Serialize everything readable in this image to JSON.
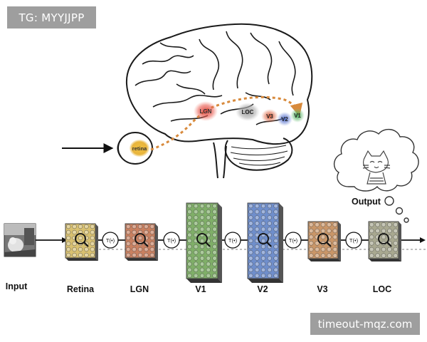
{
  "watermark_top": "TG: MYYJJPP",
  "watermark_bottom": "timeout-mqz.com",
  "brain": {
    "regions": [
      "retina",
      "LGN",
      "LOC",
      "V3",
      "V2",
      "V1"
    ]
  },
  "pipeline": {
    "output_label": "Output",
    "transform_symbol": "T(•)",
    "stages": [
      "Input",
      "Retina",
      "LGN",
      "V1",
      "V2",
      "V3",
      "LOC"
    ]
  },
  "colors": {
    "retina": "#e8b43c",
    "lgn": "#e0453c",
    "loc": "#9a9a9a",
    "v3": "#d9542e",
    "v2": "#3e5fc7",
    "v1": "#3aa24a",
    "pathway": "#d88a3c",
    "layer_retina": "#d8c070",
    "layer_lgn": "#c98060",
    "layer_v1": "#7fae68",
    "layer_v2": "#6f8ecb",
    "layer_v3": "#c99668",
    "layer_loc": "#a8a890"
  }
}
